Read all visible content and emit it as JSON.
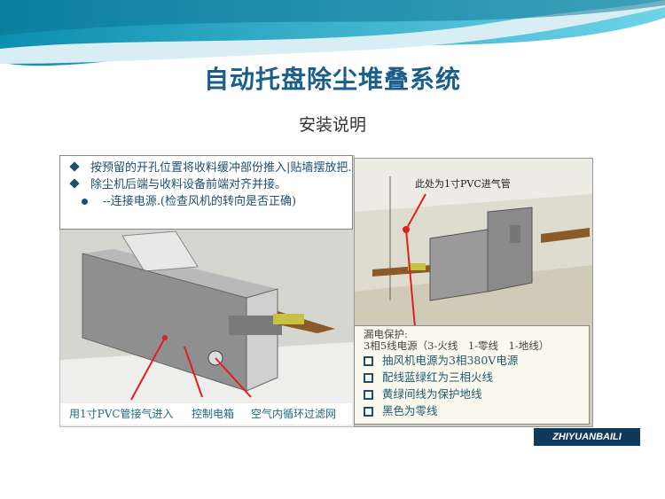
{
  "header": {
    "title": "自动托盘除尘堆叠系统",
    "subtitle": "安装说明"
  },
  "left": {
    "notes": [
      {
        "bullet": "diamond",
        "text": "按预留的开孔位置将收料缓冲部份推入|贴墙摆放把."
      },
      {
        "bullet": "diamond",
        "text": "除尘机后端与收料设备前端对齐并接。"
      },
      {
        "bullet": "dot",
        "text": "--连接电源.(检查风机的转向是否正确)"
      }
    ],
    "captions": [
      "用1寸PVC管接气进入",
      "控制电箱",
      "空气内循环过滤网"
    ]
  },
  "right": {
    "pipe_label": "此处为1寸PVC进气管",
    "protection_title": "漏电保护:",
    "power_desc": "3相5线电源（3-火线　1-零线　1-地线）",
    "items": [
      "抽风机电源为3相380V电源",
      "配线蓝绿红为三相火线",
      "黄绿间线为保护地线",
      "黑色为零线"
    ]
  },
  "brand": "ZHIYUANBAILI",
  "colors": {
    "title": "#1b5e8c",
    "arrow": "#e02020",
    "brand_bg": "#103a5c"
  }
}
